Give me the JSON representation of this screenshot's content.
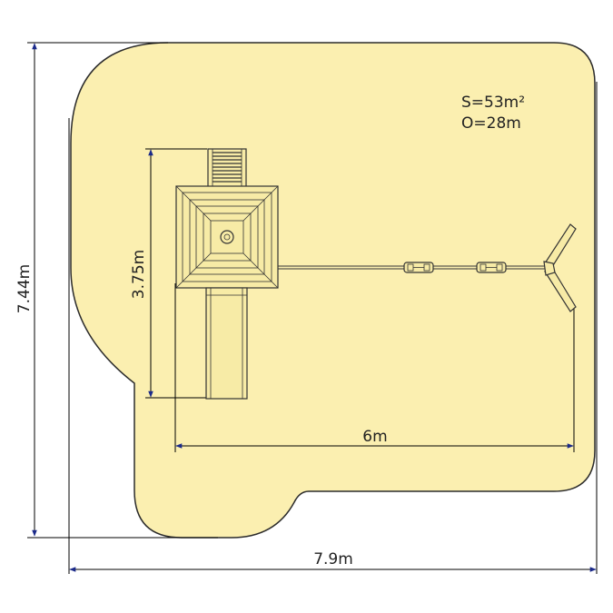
{
  "colors": {
    "safety_zone_fill": "#fbefb0",
    "safety_zone_stroke": "#2b2b2b",
    "equipment_fill": "#f7eba6",
    "dimension_arrow": "#1b2a8a",
    "line": "#000000"
  },
  "stats": {
    "area": "S=53m²",
    "perimeter": "O=28m"
  },
  "dimensions": {
    "total_height": "7.44m",
    "total_width": "7.9m",
    "tower_height": "3.75m",
    "swing_span": "6m"
  },
  "equipment": {
    "tower": "play-tower",
    "ladder": "ladder",
    "slide": "slide",
    "swing_seats": 2,
    "swing_frame": "a-frame"
  }
}
